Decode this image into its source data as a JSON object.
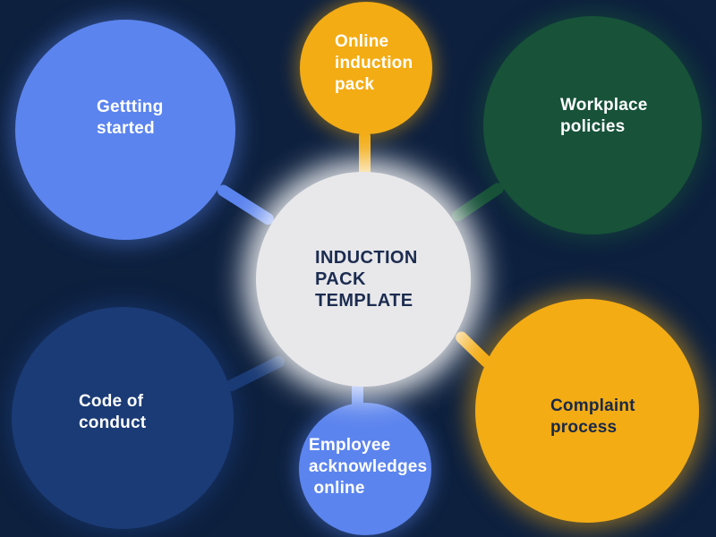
{
  "canvas": {
    "background": "#0d203e"
  },
  "center_node": {
    "label": "INDUCTION\nPACK\nTEMPLATE",
    "fill": "#e8e8ea",
    "text_color": "#1c2c50"
  },
  "nodes": [
    {
      "id": "getting-started",
      "label": "Gettting\nstarted",
      "fill": "#5b84ee",
      "text_color": "#ffffff"
    },
    {
      "id": "online-induction-pack",
      "label": "Online\ninduction\npack",
      "fill": "#f3ac14",
      "text_color": "#ffffff"
    },
    {
      "id": "workplace-policies",
      "label": "Workplace\npolicies",
      "fill": "#175239",
      "text_color": "#ffffff"
    },
    {
      "id": "code-of-conduct",
      "label": "Code of\nconduct",
      "fill": "#1b3b76",
      "text_color": "#ffffff"
    },
    {
      "id": "employee-acknowledges-online",
      "label": "Employee\nacknowledges\n online",
      "fill": "#5b84ee",
      "text_color": "#ffffff"
    },
    {
      "id": "complaint-process",
      "label": "Complaint\nprocess",
      "fill": "#f3ac14",
      "text_color": "#182848"
    }
  ],
  "connectors": [
    {
      "from": "getting-started",
      "to": "center",
      "color": "#5b84ee"
    },
    {
      "from": "online-induction-pack",
      "to": "center",
      "color": "#f3ac14"
    },
    {
      "from": "workplace-policies",
      "to": "center",
      "color": "#175239"
    },
    {
      "from": "code-of-conduct",
      "to": "center",
      "color": "#1b3b76"
    },
    {
      "from": "employee-acknowledges-online",
      "to": "center",
      "color": "#5b84ee"
    },
    {
      "from": "complaint-process",
      "to": "center",
      "color": "#f3ac14"
    }
  ]
}
